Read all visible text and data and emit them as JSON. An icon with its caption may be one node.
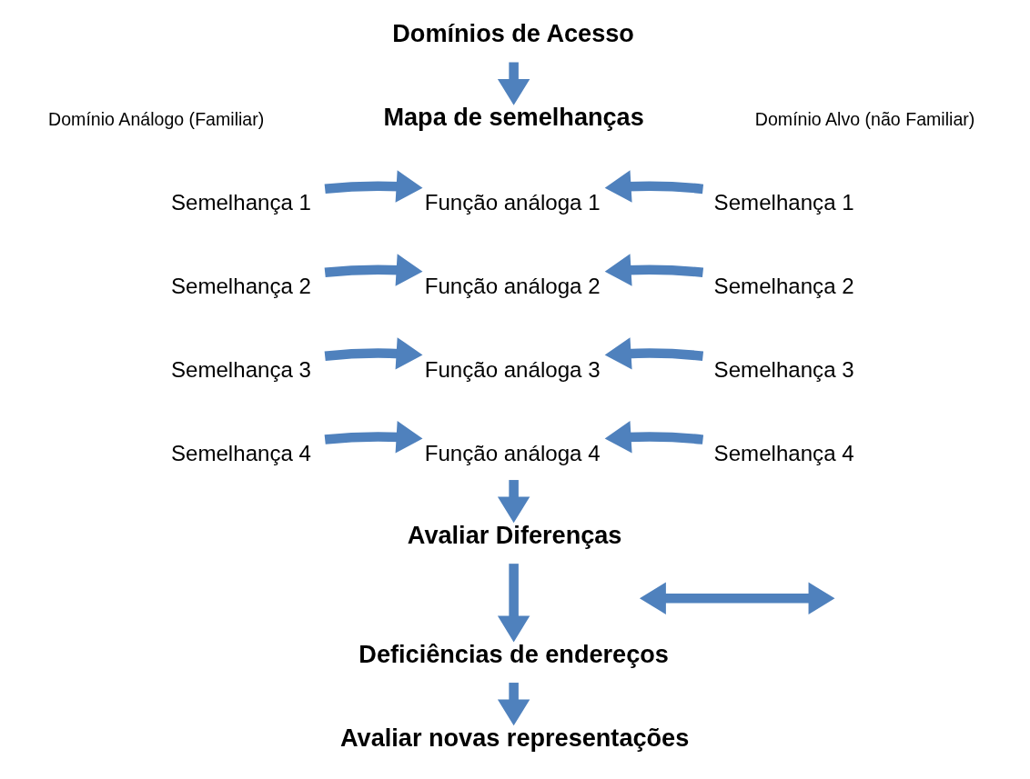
{
  "diagram": {
    "nodes": [
      {
        "text": [
          "Domínios de Acesso"
        ]
      },
      {
        "text": [
          "Domínio Análogo (Familiar)"
        ]
      },
      {
        "text": [
          "Domínio Alvo (não Familiar)"
        ]
      },
      {
        "text": [
          "Mapa de semelhanças"
        ]
      },
      {
        "text": [
          "Semelhança 1"
        ]
      },
      {
        "text": [
          "Função análoga 1"
        ]
      },
      {
        "text": [
          "Semelhança 1"
        ]
      },
      {
        "text": [
          "Semelhança 2"
        ]
      },
      {
        "text": [
          "Função análoga 2"
        ]
      },
      {
        "text": [
          "Semelhança 2"
        ]
      },
      {
        "text": [
          "Semelhança 3"
        ]
      },
      {
        "text": [
          "Função análoga 3"
        ]
      },
      {
        "text": [
          "Semelhança 3"
        ]
      },
      {
        "text": [
          "Semelhança 4"
        ]
      },
      {
        "text": [
          "Função análoga 4"
        ]
      },
      {
        "text": [
          "Semelhança 4"
        ]
      },
      {
        "text": [
          "Avaliar Diferenças"
        ]
      },
      {
        "text": [
          "Deficiências de endereços"
        ]
      },
      {
        "text": [
          "Avaliar novas representações"
        ]
      }
    ],
    "edges": [
      {
        "from": 0,
        "to": 3,
        "arrow": "to"
      },
      {
        "from": 4,
        "to": 5,
        "arrow": "to"
      },
      {
        "from": 6,
        "to": 5,
        "arrow": "to"
      },
      {
        "from": 7,
        "to": 8,
        "arrow": "to"
      },
      {
        "from": 9,
        "to": 8,
        "arrow": "to"
      },
      {
        "from": 10,
        "to": 11,
        "arrow": "to"
      },
      {
        "from": 12,
        "to": 11,
        "arrow": "to"
      },
      {
        "from": 13,
        "to": 14,
        "arrow": "to"
      },
      {
        "from": 15,
        "to": 14,
        "arrow": "to"
      },
      {
        "from": 14,
        "to": 16,
        "arrow": "to"
      },
      {
        "from": 16,
        "to": 17,
        "arrow": "to"
      },
      {
        "from": 17,
        "to": 18,
        "arrow": "to"
      }
    ]
  }
}
